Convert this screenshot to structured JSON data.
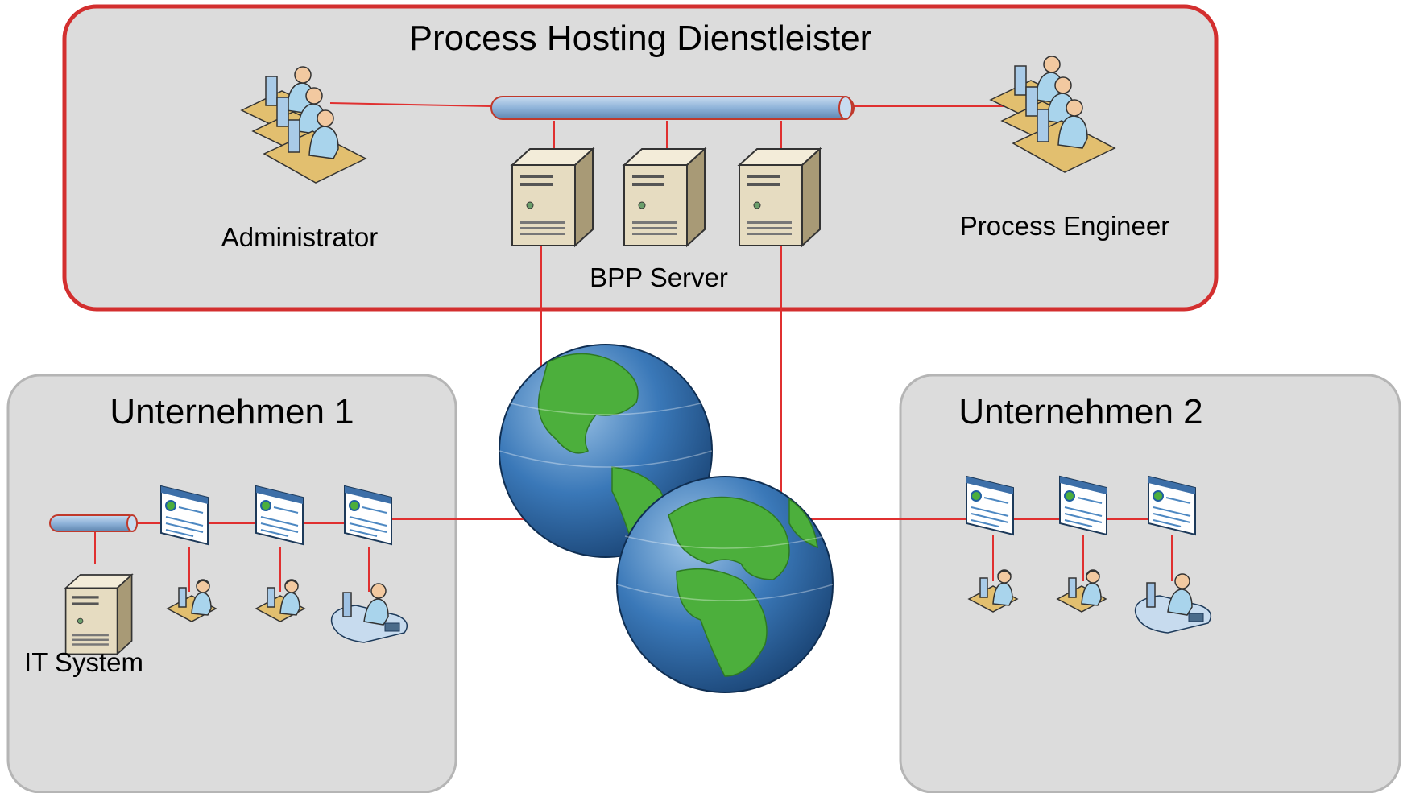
{
  "hosting": {
    "title": "Process Hosting Dienstleister",
    "administrator_label": "Administrator",
    "process_engineer_label": "Process Engineer",
    "server_label": "BPP Server"
  },
  "company1": {
    "title": "Unternehmen 1",
    "it_system_label": "IT System"
  },
  "company2": {
    "title": "Unternehmen 2"
  },
  "colors": {
    "accent_border": "#d32f2f",
    "link_line": "#e03030",
    "panel_fill": "#dcdcdc",
    "panel_border_gray": "#b5b5b5",
    "bus_fill": "#8fb3d9",
    "ocean": "#1f5fa0",
    "land": "#4caf3c"
  },
  "icons": {
    "administrator": "user-group-icon",
    "process_engineer": "user-group-icon",
    "server": "server-tower-icon",
    "internet": "globe-icon",
    "web_client": "web-page-icon",
    "workstation": "user-workstation-icon",
    "network_bus": "network-bus-icon"
  }
}
